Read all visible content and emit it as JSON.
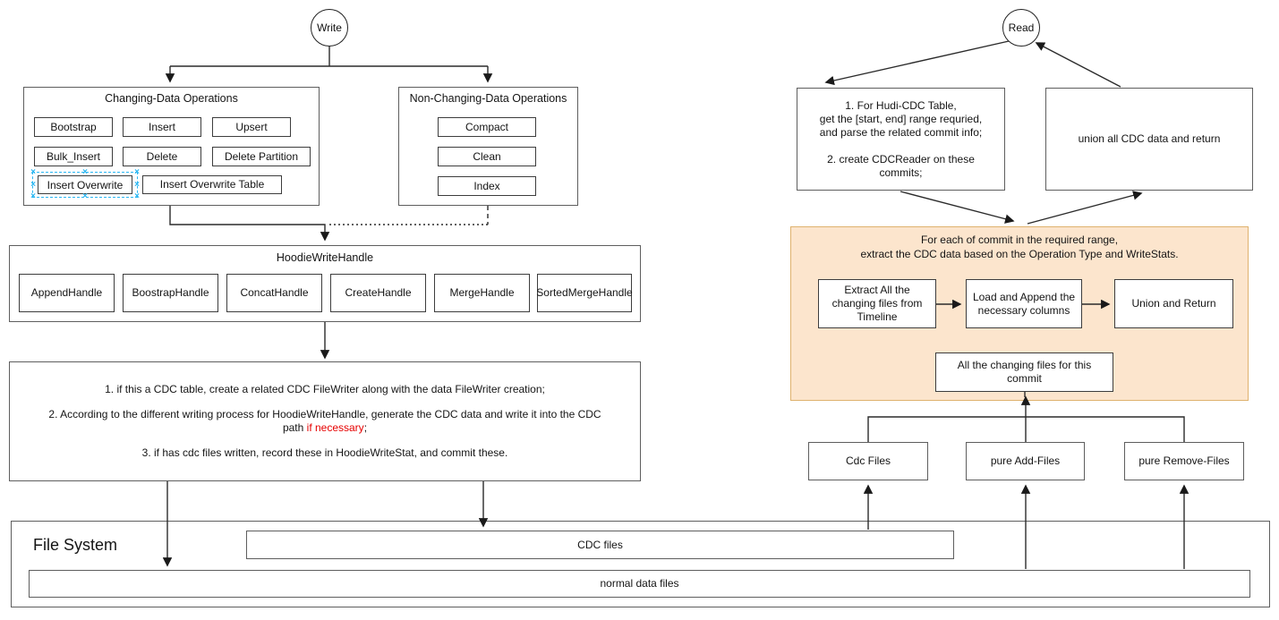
{
  "write_flow": {
    "start_label": "Write",
    "changing_ops": {
      "title": "Changing-Data Operations",
      "items": [
        "Bootstrap",
        "Insert",
        "Upsert",
        "Bulk_Insert",
        "Delete",
        "Delete Partition",
        "Insert Overwrite",
        "Insert Overwrite Table"
      ],
      "selected_item": "Insert Overwrite"
    },
    "non_changing_ops": {
      "title": "Non-Changing-Data Operations",
      "items": [
        "Compact",
        "Clean",
        "Index"
      ]
    },
    "write_handle": {
      "title": "HoodieWriteHandle",
      "items": [
        "AppendHandle",
        "BoostrapHandle",
        "ConcatHandle",
        "CreateHandle",
        "MergeHandle",
        "SortedMergeHandle"
      ]
    },
    "cdc_steps": {
      "line1": "1. if this a CDC table, create a related CDC FileWriter along with the data FileWriter creation;",
      "line2": "2. According to the different writing process for HoodieWriteHandle, generate the CDC data and write it into the CDC",
      "line2b_prefix": "path ",
      "line2b_highlight": "if necessary",
      "line2b_suffix": ";",
      "line3": "3. if has cdc files written, record these in HoodieWriteStat, and commit these."
    }
  },
  "read_flow": {
    "start_label": "Read",
    "info_box": {
      "lines": [
        "1. For Hudi-CDC Table,",
        "get the [start, end] range requried,",
        "and parse the related commit info;",
        "2. create CDCReader on these",
        "commits;"
      ]
    },
    "union_box_label": "union all CDC data and return",
    "commit_range": {
      "title_line1": "For each of commit in the required range,",
      "title_line2": "extract the CDC data based on the Operation Type and WriteStats.",
      "extract_box": "Extract All the changing files from Timeline",
      "load_box": "Load and Append the necessary columns",
      "union_return_box": "Union and Return",
      "changing_files_box": "All the changing files for this commit"
    },
    "file_groups": [
      "Cdc Files",
      "pure Add-Files",
      "pure Remove-Files"
    ]
  },
  "file_system": {
    "title": "File System",
    "cdc_files_label": "CDC files",
    "normal_files_label": "normal data files"
  },
  "colors": {
    "orange_fill": "#FCE5CD",
    "orange_stroke": "#DFB26E",
    "red": "#E60000",
    "sel": "#29B6F2"
  }
}
